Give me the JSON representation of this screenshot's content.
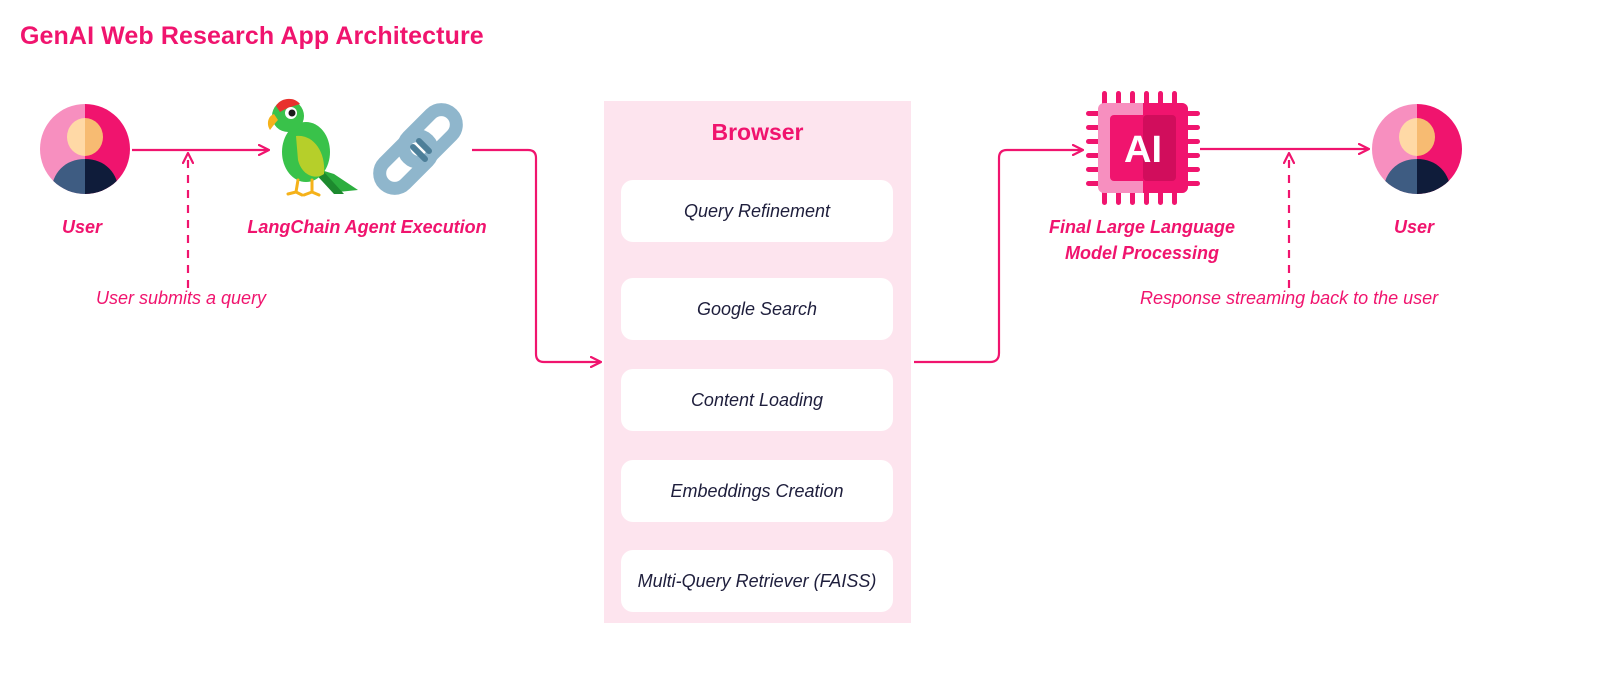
{
  "title": "GenAI Web Research App Architecture",
  "colors": {
    "accent": "#f0146e",
    "panel": "#fde4ee",
    "step_text": "#1e1e3c"
  },
  "nodes": {
    "user_start": {
      "label": "User",
      "icon": "user-avatar-icon"
    },
    "langchain": {
      "label": "LangChain Agent Execution",
      "icons": [
        "parrot-icon",
        "chain-link-icon"
      ]
    },
    "llm": {
      "label_line1": "Final Large Language",
      "label_line2": "Model Processing",
      "icon": "ai-chip-icon"
    },
    "user_end": {
      "label": "User",
      "icon": "user-avatar-icon"
    }
  },
  "notes": {
    "query": "User submits a query",
    "response": "Response streaming back to the user"
  },
  "browser": {
    "title": "Browser",
    "steps": [
      "Query Refinement",
      "Google Search",
      "Content Loading",
      "Embeddings Creation",
      "Multi-Query Retriever (FAISS)"
    ]
  },
  "icon_text": {
    "chip": "AI"
  }
}
